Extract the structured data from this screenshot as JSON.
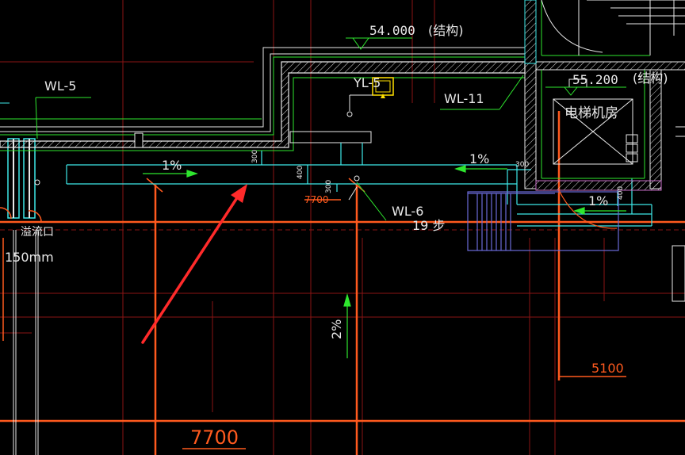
{
  "colors": {
    "background": "#000000",
    "axis_orange": "#ff5a1e",
    "dark_red": "#8a1414",
    "cyan": "#3ee8e8",
    "green": "#2ee62e",
    "white": "#e8e8e8",
    "yellow": "#ffe000",
    "magenta": "#c86ec8",
    "blue": "#6a6ad8",
    "arrow_red": "#ff2a2a"
  },
  "labels": {
    "elev_roof": "54.000",
    "elev_roof_note": "(结构)",
    "elev_machine": "55.200",
    "elev_machine_note": "(结构)",
    "wl5": "WL-5",
    "wl11": "WL-11",
    "wl6": "WL-6",
    "yl5": "YL-5",
    "elevator_room": "电梯机房",
    "overflow": "溢流口",
    "size_150": "150mm",
    "steps": "19 步",
    "slope_1_left": "1%",
    "slope_1_mid": "1%",
    "slope_1_right": "1%",
    "slope_2": "2%",
    "dim_7700_small": "7700",
    "dim_7700_big": "7700",
    "dim_5100": "5100",
    "dim_300_a": "300",
    "dim_400_a": "400",
    "dim_300_b": "300",
    "dim_300_c": "300",
    "dim_400_b": "400"
  },
  "icons": {
    "annotation_arrow": "arrow-red-icon",
    "drain": "roof-drain-icon"
  }
}
